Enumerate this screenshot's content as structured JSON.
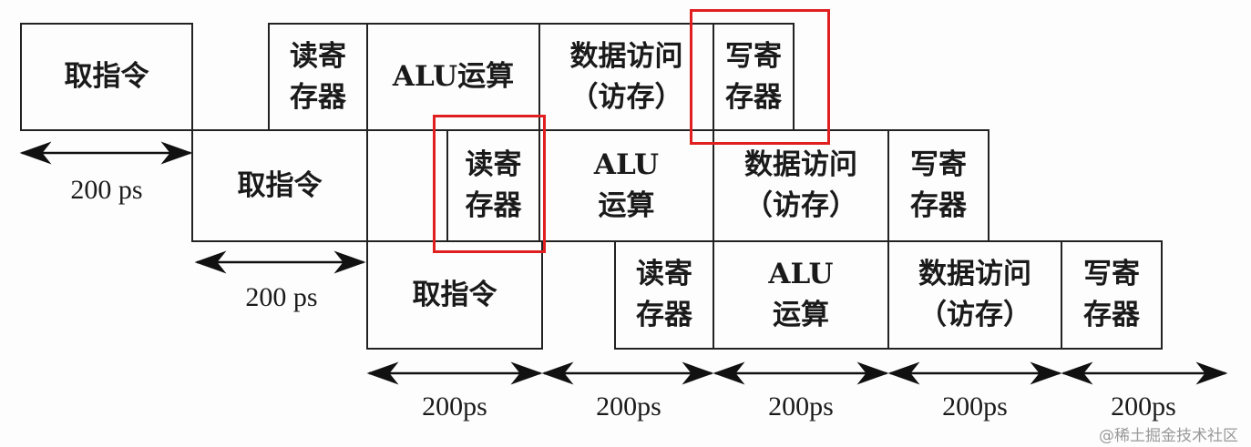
{
  "stages": {
    "fetch": "取指令",
    "read_reg": "读寄\n存器",
    "alu_inline": "ALU运算",
    "alu": "ALU\n运算",
    "mem": "数据访问\n（访存）",
    "write_reg": "写寄\n存器"
  },
  "labels": {
    "t_spaced": "200 ps",
    "t": "200ps"
  },
  "colors": {
    "highlight": "#e02020"
  },
  "watermark": "@稀土掘金技术社区"
}
